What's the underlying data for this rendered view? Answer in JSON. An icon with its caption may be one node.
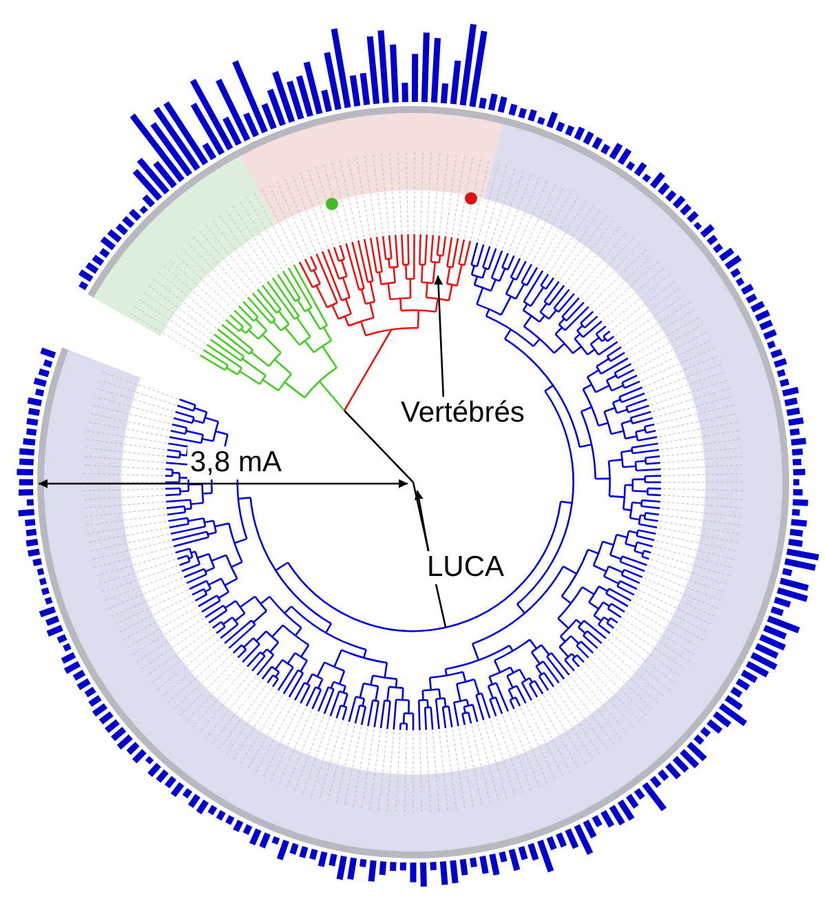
{
  "diagram": {
    "nodes": [
      {
        "text": [
          "Vertébrés"
        ]
      },
      {
        "text": [
          "LUCA"
        ]
      }
    ],
    "edges": [
      {
        "from": 0,
        "to": null,
        "arrow": "to"
      },
      {
        "from": 1,
        "to": null,
        "arrow": "to"
      }
    ],
    "labels": [
      "3,8 mA"
    ]
  }
}
